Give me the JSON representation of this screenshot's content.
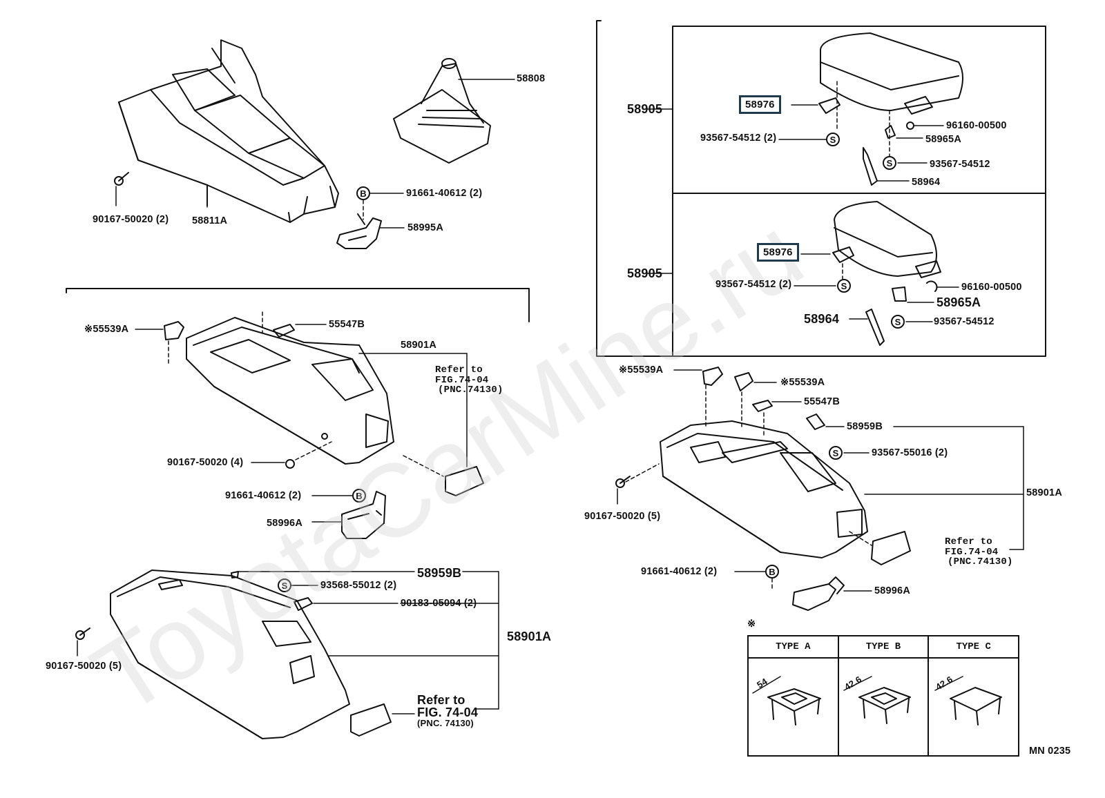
{
  "diagram": {
    "watermark": "ToyotaCarMine.ru",
    "figure_code": "MN 0235",
    "note_symbol": "※",
    "labels": {
      "p58808": "58808",
      "p58811A": "58811A",
      "p90167_50020_2": "90167-50020 (2)",
      "p91661_40612_2_top": "91661-40612 (2)",
      "p58995A": "58995A",
      "p55539A_left": "※55539A",
      "p55547B_left": "55547B",
      "p58901A_mid": "58901A",
      "refer_mid_1": "Refer to",
      "refer_mid_2": "FIG.74-04",
      "refer_mid_3": "(PNC.74130)",
      "p90167_50020_4": "90167-50020 (4)",
      "p91661_40612_2_mid": "91661-40612 (2)",
      "p58996A_left": "58996A",
      "p58959B_left": "58959B",
      "p93568_55012_2": "93568-55012 (2)",
      "p90183_05094_2": "90183-05094 (2)",
      "p58901A_bottom": "58901A",
      "p90167_50020_5_left": "90167-50020 (5)",
      "refer_bot_1": "Refer to",
      "refer_bot_2": "FIG. 74-04",
      "refer_bot_3": "(PNC. 74130)",
      "p58905_top": "58905",
      "p58976_top": "58976",
      "p93567_54512_2_top": "93567-54512 (2)",
      "p96160_00500_top": "96160-00500",
      "p58965A_top": "58965A",
      "p93567_54512_top": "93567-54512",
      "p58964_top": "58964",
      "p58905_bot": "58905",
      "p58976_bot": "58976",
      "p93567_54512_2_bot": "93567-54512 (2)",
      "p96160_00500_bot": "96160-00500",
      "p58965A_bot": "58965A",
      "p58964_bot": "58964",
      "p93567_54512_bot": "93567-54512",
      "p55539A_r1": "※55539A",
      "p55539A_r2": "※55539A",
      "p55547B_right": "55547B",
      "p58959B_right": "58959B",
      "p93567_55016_2": "93567-55016 (2)",
      "p58901A_right": "58901A",
      "p90167_50020_5_right": "90167-50020 (5)",
      "refer_r_1": "Refer to",
      "refer_r_2": "FIG.74-04",
      "refer_r_3": "(PNC.74130)",
      "p91661_40612_2_right": "91661-40612 (2)",
      "p58996A_right": "58996A"
    },
    "symbols": {
      "screw": "S",
      "bolt": "B"
    },
    "type_table": {
      "headers": [
        "TYPE A",
        "TYPE B",
        "TYPE C"
      ],
      "dims": [
        "54",
        "42.6",
        "42.6"
      ]
    }
  }
}
